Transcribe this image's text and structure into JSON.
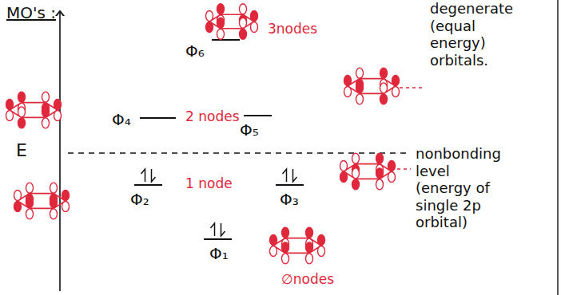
{
  "diagram": {
    "labels": [
      "MO's :",
      "degenerate (equal energy) orbitals.",
      "3nodes",
      "Φ₆",
      "2 nodes",
      "Φ₄",
      "Φ₅",
      "E",
      "nonbonding level (energy of single 2p orbital)",
      "1 node",
      "Φ₂",
      "Φ₃",
      "Φ₁",
      "∅nodes"
    ]
  }
}
